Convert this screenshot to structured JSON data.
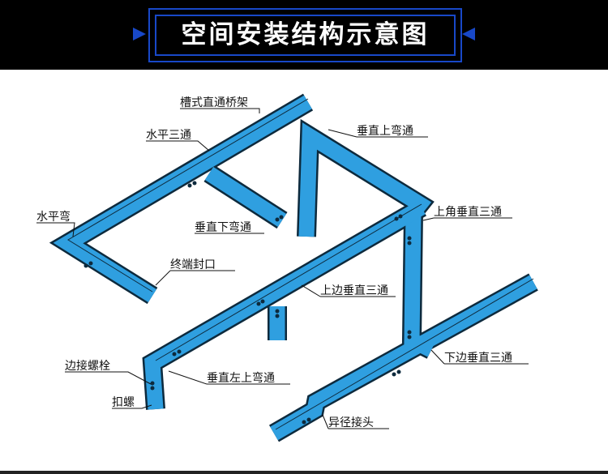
{
  "header": {
    "title": "空间安装结构示意图"
  },
  "colors": {
    "tray": "#2f9fe0",
    "outline": "#0d2a3d",
    "frame": "#1848c8"
  },
  "labels": {
    "straight": "槽式直通桥架",
    "h_tee": "水平三通",
    "v_up_bend": "垂直上弯通",
    "h_bend": "水平弯",
    "v_down_bend": "垂直下弯通",
    "top_corner_v_tee": "上角垂直三通",
    "end_cap": "终端封口",
    "top_side_v_tee": "上边垂直三通",
    "bottom_side_v_tee": "下边垂直三通",
    "side_bolt": "边接螺栓",
    "v_left_up_bend": "垂直左上弯通",
    "clip": "扣螺",
    "reducer": "异径接头"
  }
}
